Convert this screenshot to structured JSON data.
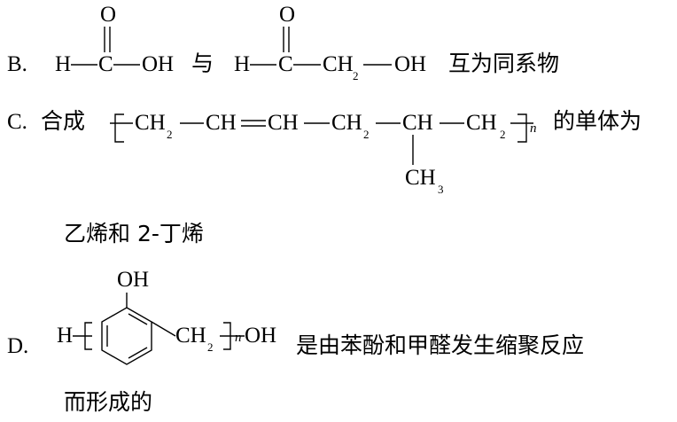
{
  "option_b": {
    "label": "B.",
    "h": "H",
    "c": "C",
    "o": "O",
    "oh": "OH",
    "relation": "与",
    "ch": "CH",
    "sub2": "2",
    "tail": "互为同系物"
  },
  "option_c": {
    "label": "C.",
    "lead": "合成",
    "ch": "CH",
    "sub2": "2",
    "sub3": "3",
    "n": "n",
    "tail": "的单体为",
    "answer": "乙烯和 2-丁烯"
  },
  "option_d": {
    "label": "D.",
    "h": "H",
    "oh": "OH",
    "ch": "CH",
    "sub2": "2",
    "n": "n",
    "tail": "是由苯酚和甲醛发生缩聚反应",
    "tail2": "而形成的"
  }
}
